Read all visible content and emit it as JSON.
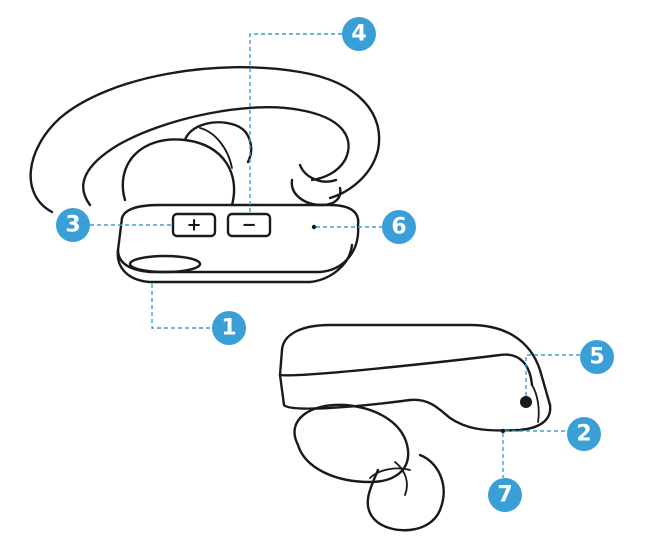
{
  "buttons": {
    "volume_up_symbol": "+",
    "volume_down_symbol": "−"
  },
  "callouts": [
    "1",
    "2",
    "3",
    "4",
    "5",
    "6",
    "7"
  ],
  "colors": {
    "callout": "#3a9fd6",
    "outline": "#1a1a1a",
    "background": "#ffffff"
  }
}
